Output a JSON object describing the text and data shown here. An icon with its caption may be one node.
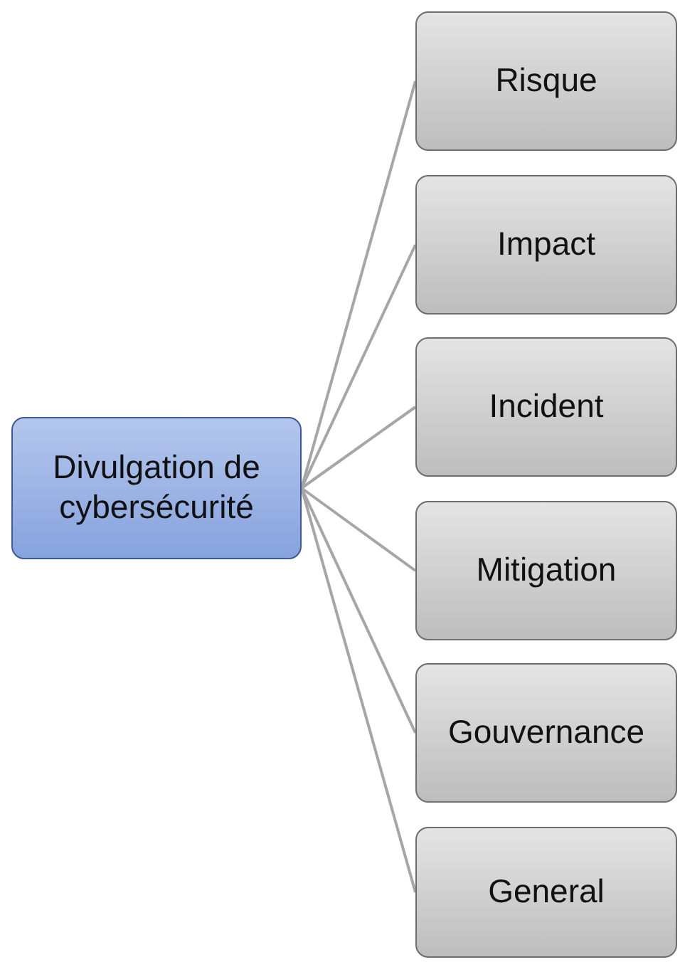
{
  "diagram": {
    "nodes": [
      {
        "text": [
          "Divulgation de cybersécurité"
        ]
      },
      {
        "text": [
          "Risque"
        ]
      },
      {
        "text": [
          "Impact"
        ]
      },
      {
        "text": [
          "Incident"
        ]
      },
      {
        "text": [
          "Mitigation"
        ]
      },
      {
        "text": [
          "Gouvernance"
        ]
      },
      {
        "text": [
          "General"
        ]
      }
    ],
    "edges": [
      {
        "from": 0,
        "to": 1,
        "arrow": "none"
      },
      {
        "from": 0,
        "to": 2,
        "arrow": "none"
      },
      {
        "from": 0,
        "to": 3,
        "arrow": "none"
      },
      {
        "from": 0,
        "to": 4,
        "arrow": "none"
      },
      {
        "from": 0,
        "to": 5,
        "arrow": "none"
      },
      {
        "from": 0,
        "to": 6,
        "arrow": "none"
      }
    ]
  }
}
